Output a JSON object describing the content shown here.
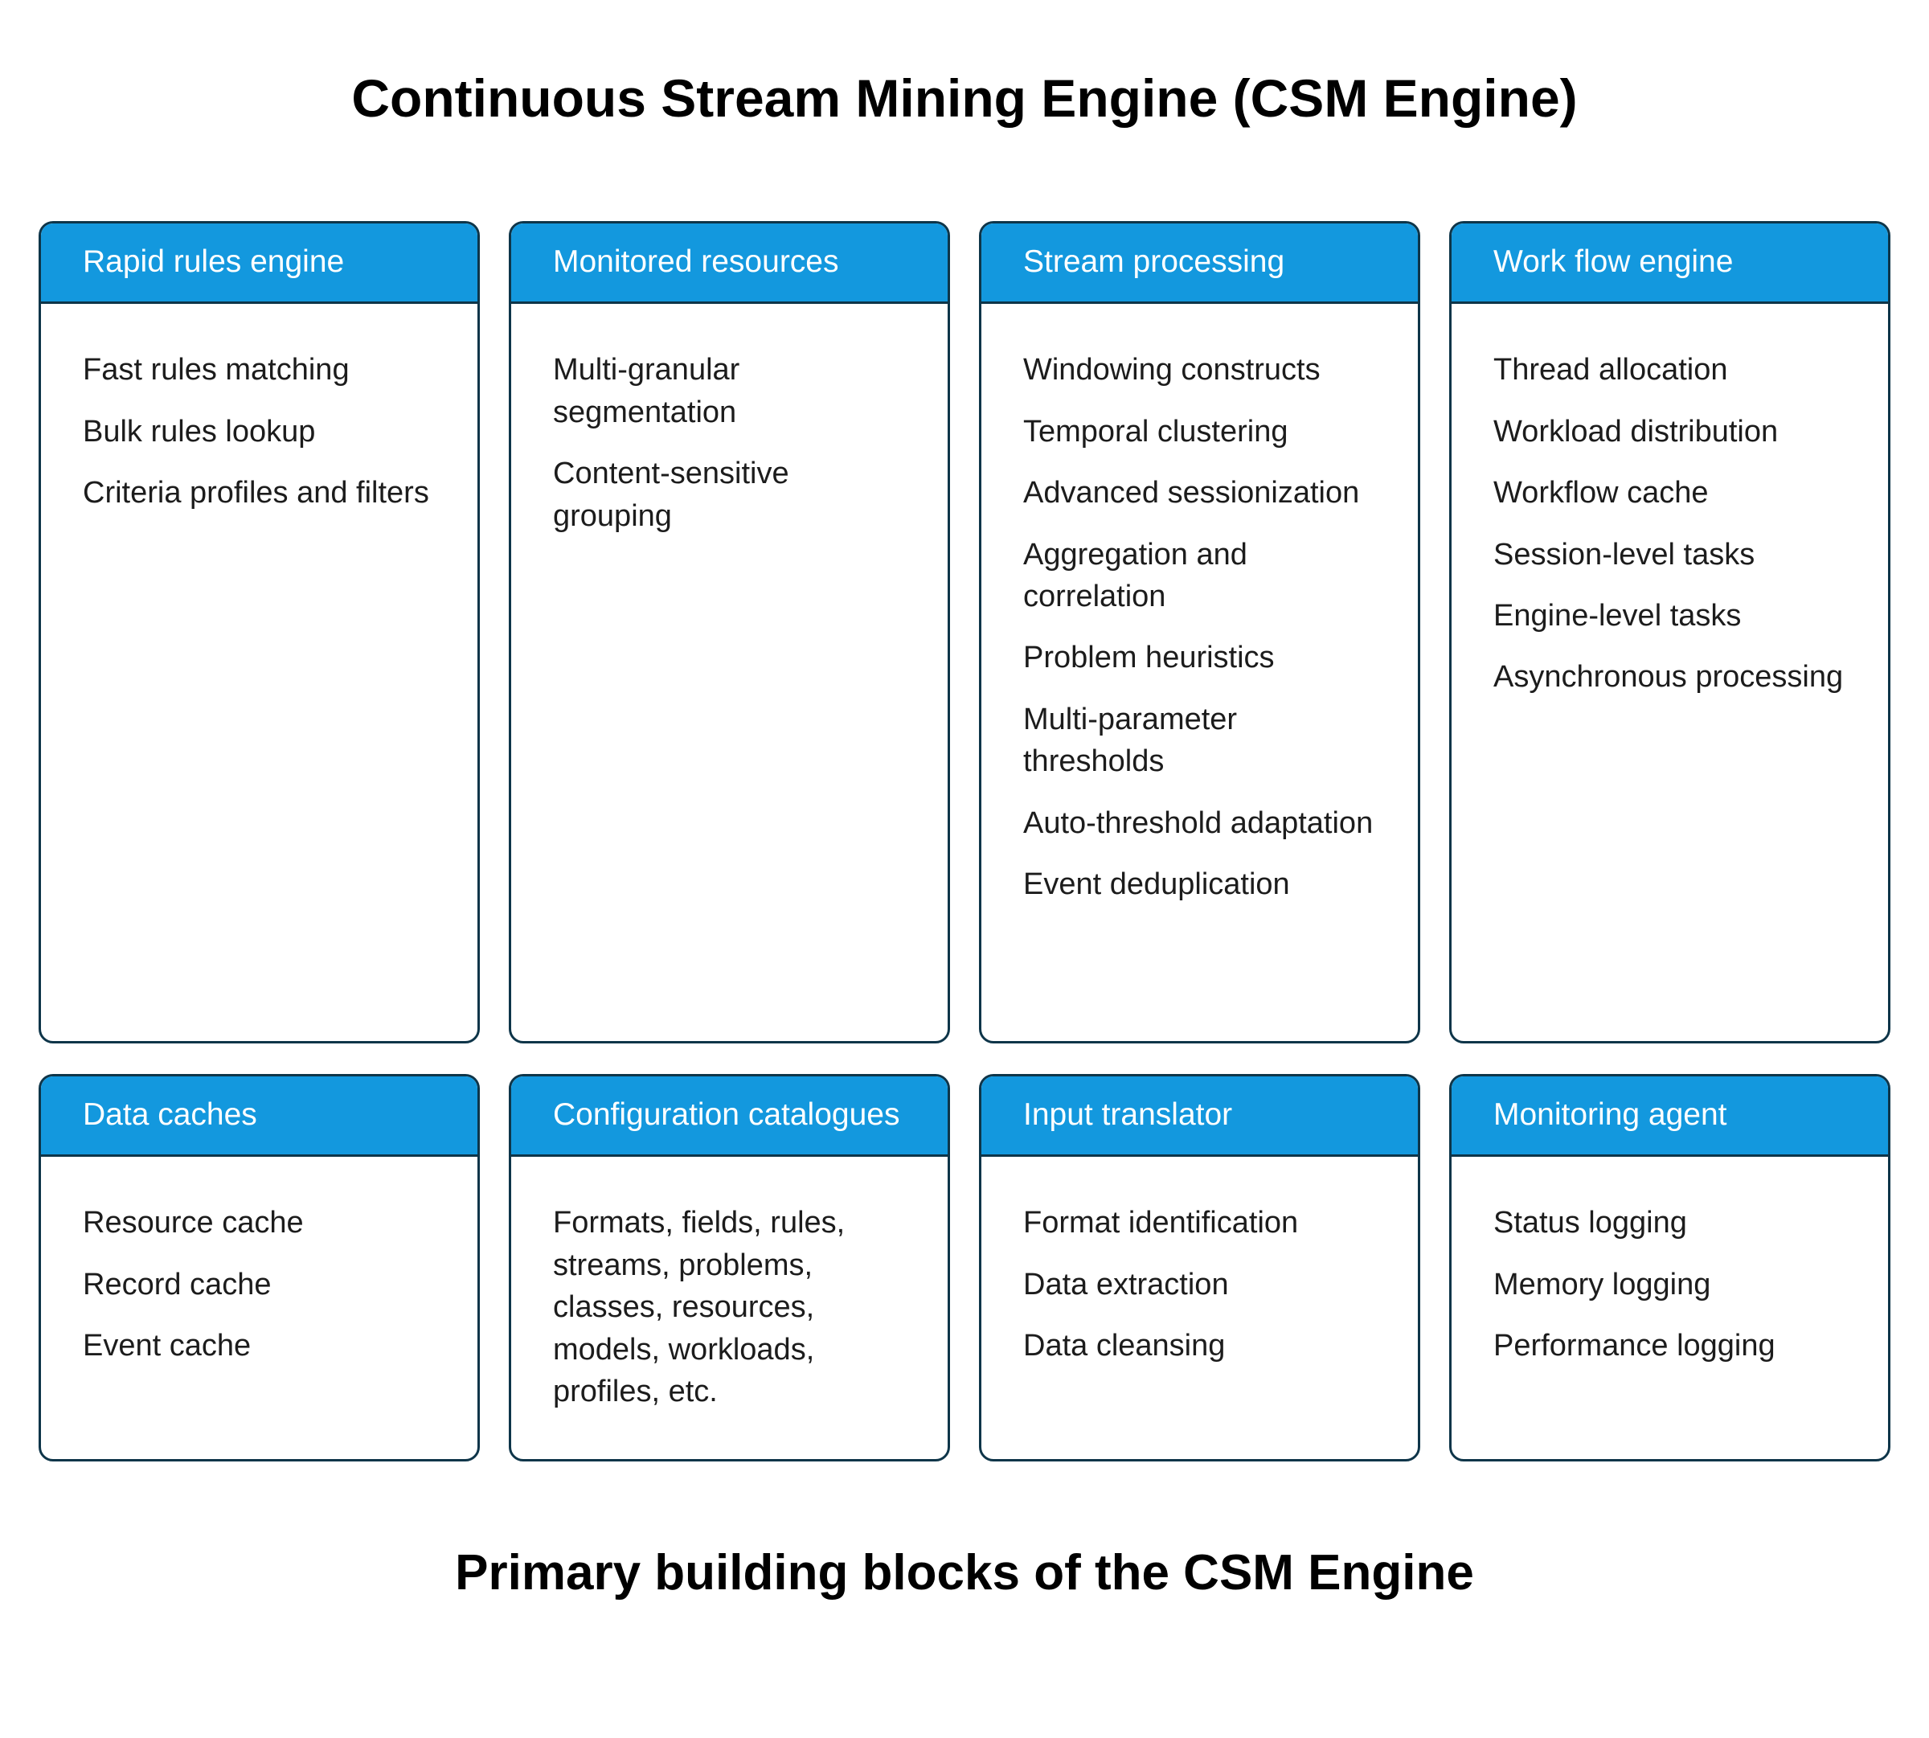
{
  "page": {
    "title": "Continuous Stream Mining Engine (CSM Engine)",
    "caption": "Primary building blocks of the CSM Engine"
  },
  "colors": {
    "header_blue": "#1398DE",
    "card_border_dark": "#0E3549",
    "body_text": "#1C1C1C",
    "header_text": "#FFFFFF",
    "background": "#FFFFFF"
  },
  "cards": [
    {
      "title": "Rapid rules engine",
      "items": [
        "Fast rules matching",
        "Bulk rules lookup",
        "Criteria profiles and filters"
      ]
    },
    {
      "title": "Monitored resources",
      "items": [
        "Multi-granular segmentation",
        "Content-sensitive grouping"
      ]
    },
    {
      "title": "Stream processing",
      "items": [
        "Windowing constructs",
        "Temporal clustering",
        "Advanced sessionization",
        "Aggregation and correlation",
        "Problem heuristics",
        "Multi-parameter thresholds",
        "Auto-threshold adaptation",
        "Event deduplication"
      ]
    },
    {
      "title": "Work flow engine",
      "items": [
        "Thread allocation",
        "Workload distribution",
        "Workflow cache",
        "Session-level tasks",
        "Engine-level tasks",
        "Asynchronous processing"
      ]
    },
    {
      "title": "Data caches",
      "items": [
        "Resource cache",
        "Record cache",
        "Event cache"
      ]
    },
    {
      "title": "Configuration catalogues",
      "items": [
        "Formats, fields, rules, streams, problems, classes, resources, models, workloads, profiles, etc."
      ]
    },
    {
      "title": "Input translator",
      "items": [
        "Format identification",
        "Data extraction",
        "Data cleansing"
      ]
    },
    {
      "title": "Monitoring agent",
      "items": [
        "Status logging",
        "Memory logging",
        "Performance logging"
      ]
    }
  ]
}
